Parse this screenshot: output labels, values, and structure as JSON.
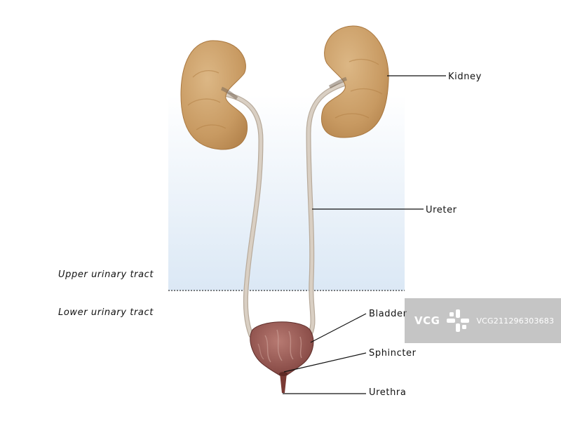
{
  "labels": {
    "kidney": "Kidney",
    "ureter": "Ureter",
    "bladder": "Bladder",
    "sphincter": "Sphincter",
    "urethra": "Urethra"
  },
  "regions": {
    "upper": "Upper urinary tract",
    "lower": "Lower urinary tract"
  },
  "watermark": {
    "logo": "VCG",
    "id": "VCG211296303683"
  },
  "colors": {
    "kidney": "#c89a62",
    "kidney_highlight": "#dcb785",
    "ureter": "#d6ccc0",
    "bladder": "#8c4f4a",
    "bladder_highlight": "#b77a72",
    "urethra": "#7a3a34",
    "panel_top": "#ffffff",
    "panel_bottom": "#dbe8f5"
  }
}
